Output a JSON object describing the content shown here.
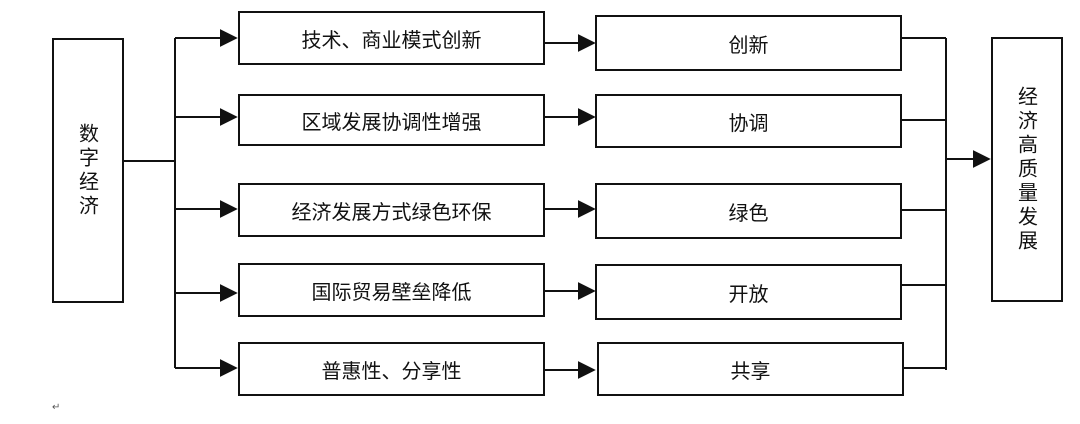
{
  "source": {
    "label": "数字经济"
  },
  "factors": [
    {
      "label": "技术、商业模式创新",
      "outcome": "创新"
    },
    {
      "label": "区域发展协调性增强",
      "outcome": "协调"
    },
    {
      "label": "经济发展方式绿色环保",
      "outcome": "绿色"
    },
    {
      "label": "国际贸易壁垒降低",
      "outcome": "开放"
    },
    {
      "label": "普惠性、分享性",
      "outcome": "共享"
    }
  ],
  "target": {
    "label": "经济高质量发展"
  },
  "paragraph_mark": "↵"
}
